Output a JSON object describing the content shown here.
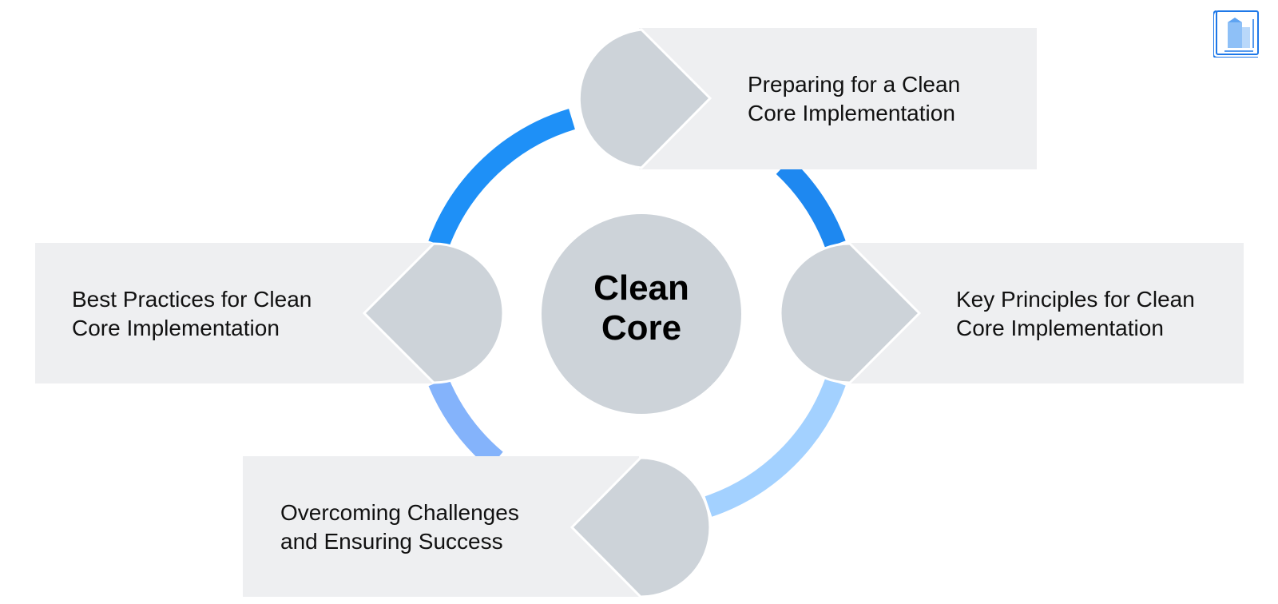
{
  "center": {
    "line1": "Clean",
    "line2": "Core"
  },
  "steps": [
    {
      "line1": "Preparing for a Clean",
      "line2": "Core Implementation"
    },
    {
      "line1": "Key Principles for Clean",
      "line2": "Core Implementation"
    },
    {
      "line1": "Overcoming Challenges",
      "line2": "and Ensuring Success"
    },
    {
      "line1": "Best Practices for Clean",
      "line2": "Core Implementation"
    }
  ],
  "colors": {
    "ring_top_left": "#1E90F7",
    "ring_top_right": "#1E88F0",
    "ring_bottom_right": "#A3D1FF",
    "ring_bottom_left": "#84B3FB",
    "box_fill": "#EEEFF1",
    "shape_fill": "#CDD3D9",
    "logo_blue": "#1E78E8"
  },
  "icons": {
    "logo": "blueprint-building-icon"
  }
}
